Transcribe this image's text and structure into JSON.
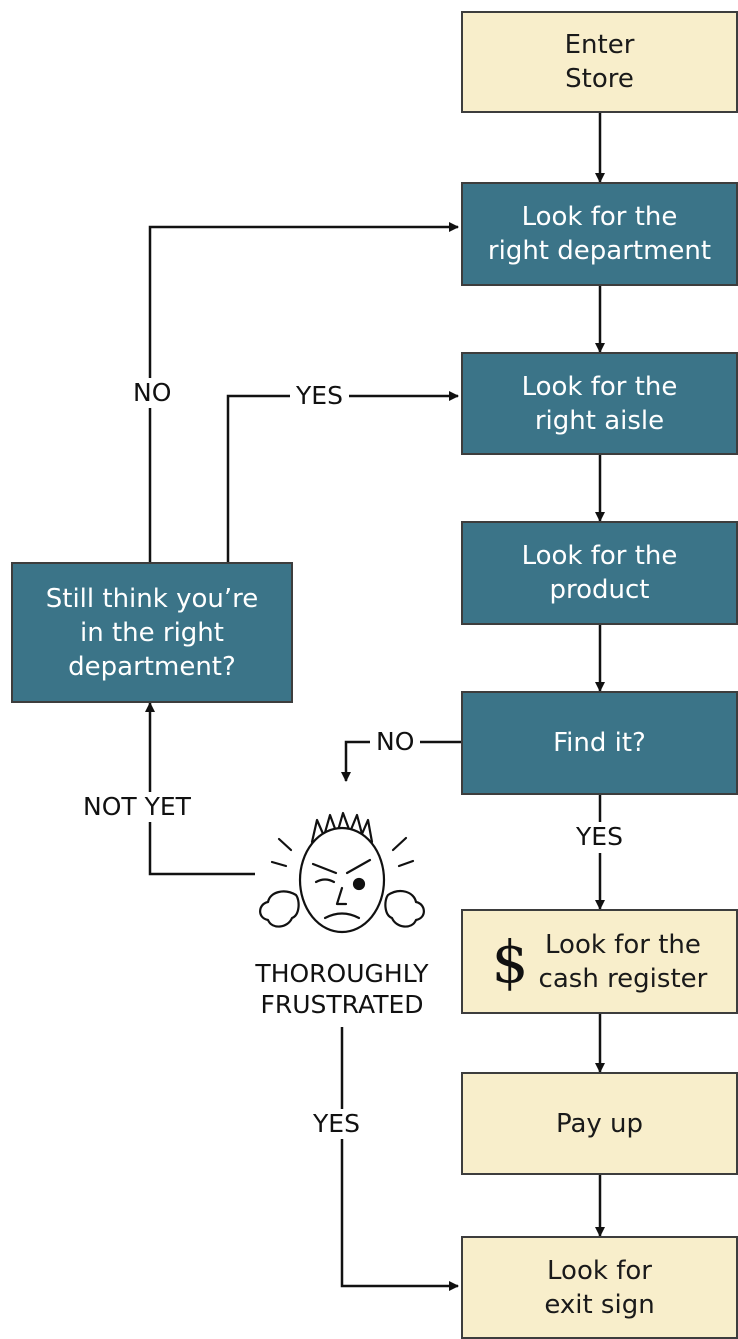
{
  "colors": {
    "teal": "#3b7488",
    "cream": "#f8eecb",
    "line": "#111111"
  },
  "boxes": {
    "enter_store": "Enter\nStore",
    "department": "Look for the\nright department",
    "aisle": "Look for the\nright aisle",
    "product": "Look for the\nproduct",
    "find_it": "Find it?",
    "cash_register": "Look for the\ncash register",
    "pay_up": "Pay up",
    "exit_sign": "Look for\nexit sign",
    "still_think": "Still think you’re\nin the right\ndepartment?"
  },
  "cash_register_icon": "dollar-sign-icon",
  "dollar_symbol": "$",
  "labels": {
    "no_left": "NO",
    "yes_top": "YES",
    "no_find": "NO",
    "not_yet": "NOT YET",
    "yes_find": "YES",
    "yes_bottom": "YES"
  },
  "frustrated_icon": "frustrated-face-icon",
  "frustrated_caption": "THOROUGHLY\nFRUSTRATED"
}
